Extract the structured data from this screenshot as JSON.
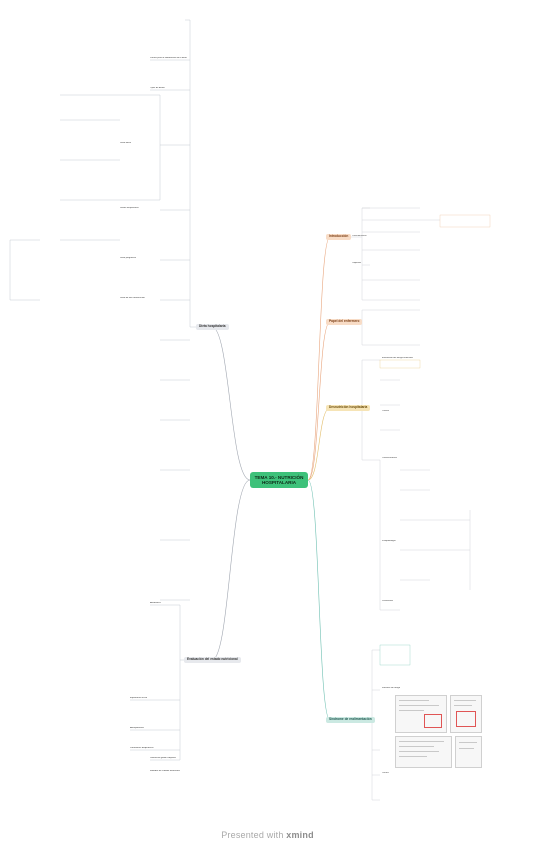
{
  "root": {
    "title": "TEMA 10.- NUTRICIÓN HOSPITALARIA"
  },
  "left_topics": [
    {
      "label": "Dieta hospitalaria",
      "color": "#9aa3b0"
    },
    {
      "label": "Evaluación del estado nutricional",
      "color": "#9aa3b0"
    }
  ],
  "right_topics": [
    {
      "label": "Introducción",
      "color": "#f3c6a5"
    },
    {
      "label": "Papel del enfermero",
      "color": "#f3c6a5"
    },
    {
      "label": "Desnutrición hospitalaria",
      "color": "#f3d9a0"
    },
    {
      "label": "Síndrome de realimentación",
      "color": "#a8d8cf"
    }
  ],
  "left_subtopics": [
    "Pautas para la elaboración de la dieta",
    "Tipos de dietas",
    "Dieta basal",
    "Dietas terapéuticas",
    "Dieta progresiva",
    "Dieta de fácil masticación",
    "Anamnesis",
    "Exploración física",
    "Antropometría",
    "Parámetros bioquímicos",
    "Valoración global subjetiva",
    "Métodos de cribado nutricional"
  ],
  "right_subtopics": [
    "Características",
    "Objetivos",
    "Evaluación del riesgo nutricional",
    "Causas",
    "Consecuencias",
    "Fisiopatología",
    "Prevención",
    "Factores de riesgo",
    "Clínica"
  ],
  "footer": {
    "prefix": "Presented with",
    "brand": "xmind"
  }
}
